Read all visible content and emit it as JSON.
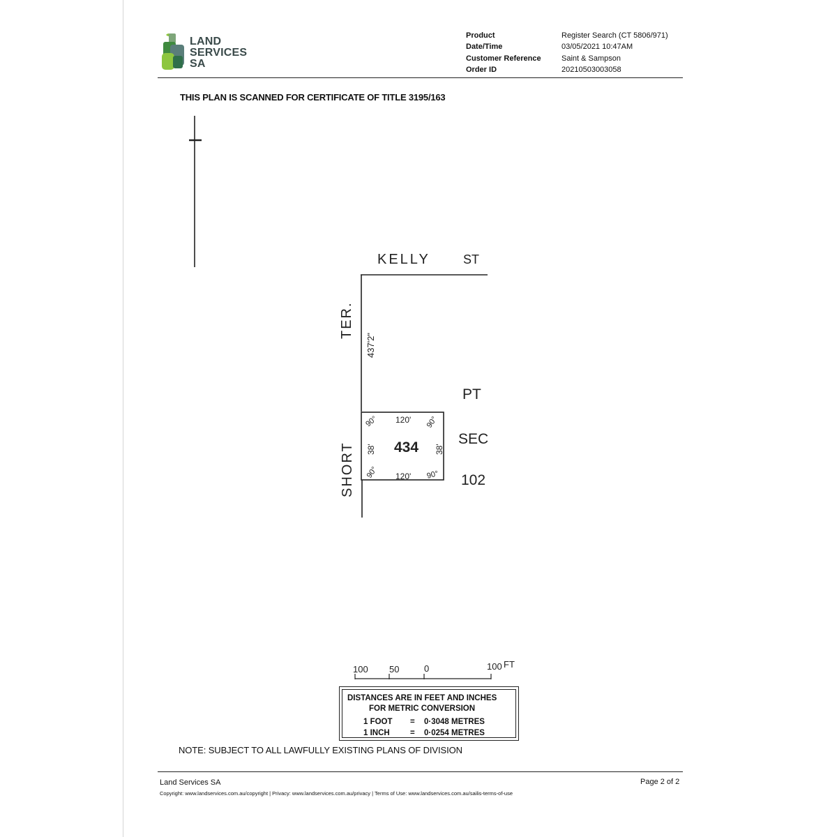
{
  "header": {
    "logo_line1": "LAND",
    "logo_line2": "SERVICES",
    "logo_line3": "SA",
    "labels": [
      "Product",
      "Date/Time",
      "Customer Reference",
      "Order ID"
    ],
    "values": [
      "Register Search (CT 5806/971)",
      "03/05/2021 10:47AM",
      "Saint & Sampson",
      "20210503003058"
    ]
  },
  "title": "THIS PLAN IS SCANNED FOR CERTIFICATE OF TITLE 3195/163",
  "plan": {
    "street_top": "KELLY",
    "street_top_suffix": "ST",
    "street_left_top": "TER.",
    "street_left_bottom": "SHORT",
    "frontage_length": "437'2\"",
    "lot_number": "434",
    "lot_width_top": "120'",
    "lot_width_bottom": "120'",
    "lot_depth_left": "38'",
    "lot_depth_right": "38'",
    "angle_label": "90°",
    "section_line1": "PT",
    "section_line2": "SEC",
    "section_line3": "102"
  },
  "scale": {
    "labels": [
      "100",
      "50",
      "0",
      "100"
    ],
    "unit": "FT"
  },
  "conversion": {
    "line1": "DISTANCES ARE IN FEET AND INCHES",
    "line2": "FOR METRIC CONVERSION",
    "row1_unit": "1  FOOT",
    "row1_eq": "=",
    "row1_value": "0·3048 METRES",
    "row2_unit": "1  INCH",
    "row2_eq": "=",
    "row2_value": "0·0254 METRES"
  },
  "note": "NOTE: SUBJECT TO ALL LAWFULLY EXISTING PLANS OF DIVISION",
  "footer": {
    "org": "Land Services SA",
    "page": "Page 2 of 2",
    "copyright": "Copyright: www.landservices.com.au/copyright | Privacy: www.landservices.com.au/privacy | Terms of Use: www.landservices.com.au/sailis-terms-of-use"
  },
  "colors": {
    "logo_dark_green": "#3f8a3f",
    "logo_light_green": "#8dc63f",
    "logo_teal": "#5a7e7a",
    "logo_text": "#3a4a4a"
  }
}
